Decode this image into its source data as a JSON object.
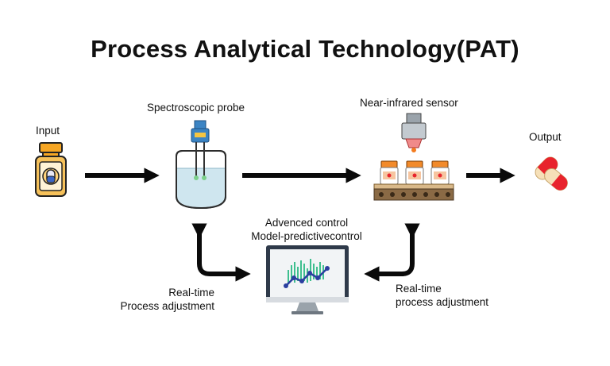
{
  "title": "Process Analytical Technology(PAT)",
  "labels": {
    "input": "Input",
    "spectroscopic_probe": "Spectroscopic probe",
    "nir_sensor": "Near-infrared sensor",
    "output": "Output",
    "control_line1": "Advenced control",
    "control_line2": "Model-predictivecontrol",
    "left_adjust_line1": "Real-time",
    "left_adjust_line2": "Process adjustment",
    "right_adjust_line1": "Real-time",
    "right_adjust_line2": "process adjustment"
  },
  "colors": {
    "arrow": "#0a0a0a",
    "vessel_liquid": "#cfe6ef",
    "probe_blue": "#3b84c4",
    "bottle_orange": "#f28a2a",
    "capsule_red": "#e8232c",
    "monitor_bezel": "#2f3a4a",
    "chart_green": "#3fbf8f",
    "chart_line": "#2b3fa0"
  },
  "icons": [
    "medicine-bottle-icon",
    "reactor-vessel-icon",
    "nir-sensor-conveyor-icon",
    "capsules-icon",
    "monitor-chart-icon"
  ]
}
